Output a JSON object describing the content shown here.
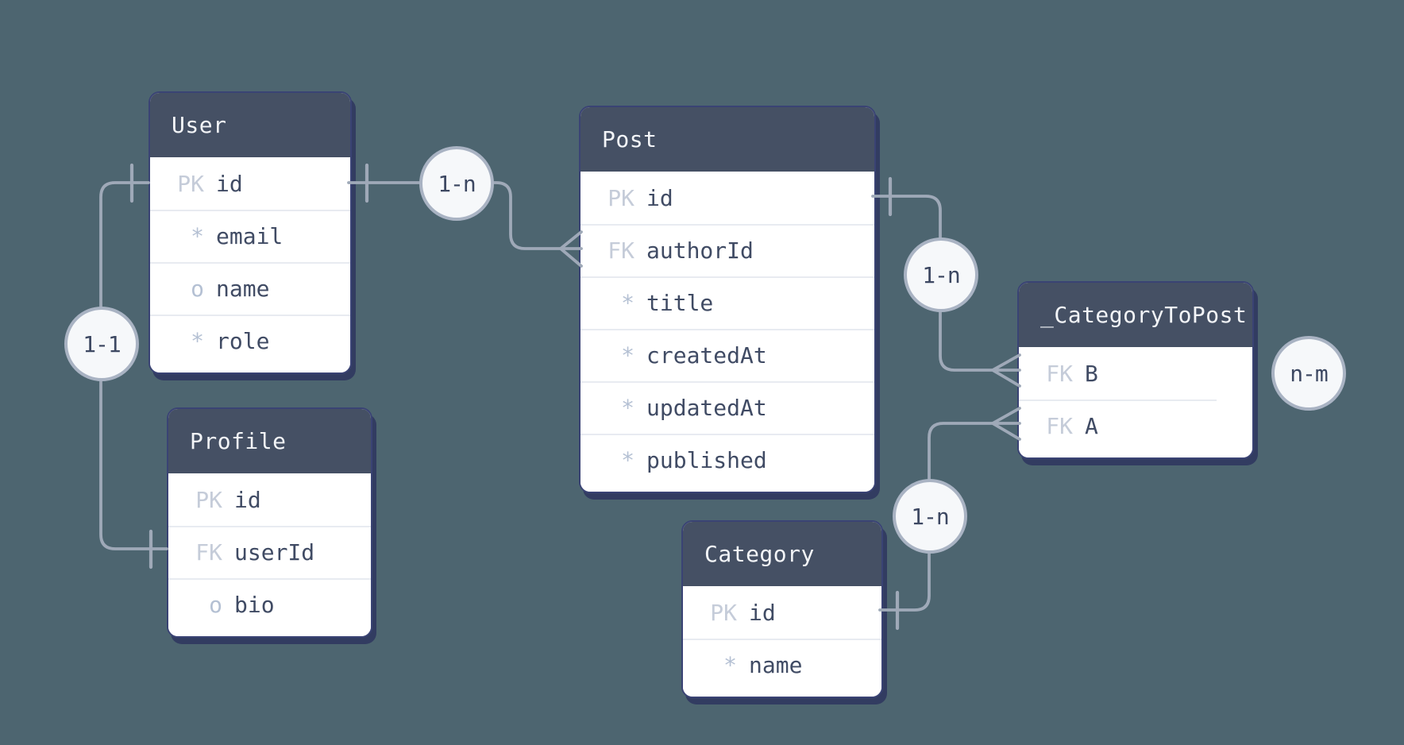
{
  "diagram": {
    "tables": {
      "user": {
        "name": "User",
        "fields": [
          {
            "key": "PK",
            "name": "id"
          },
          {
            "key": "*",
            "name": "email"
          },
          {
            "key": "o",
            "name": "name"
          },
          {
            "key": "*",
            "name": "role"
          }
        ]
      },
      "post": {
        "name": "Post",
        "fields": [
          {
            "key": "PK",
            "name": "id"
          },
          {
            "key": "FK",
            "name": "authorId"
          },
          {
            "key": "*",
            "name": "title"
          },
          {
            "key": "*",
            "name": "createdAt"
          },
          {
            "key": "*",
            "name": "updatedAt"
          },
          {
            "key": "*",
            "name": "published"
          }
        ]
      },
      "profile": {
        "name": "Profile",
        "fields": [
          {
            "key": "PK",
            "name": "id"
          },
          {
            "key": "FK",
            "name": "userId"
          },
          {
            "key": "o",
            "name": "bio"
          }
        ]
      },
      "category": {
        "name": "Category",
        "fields": [
          {
            "key": "PK",
            "name": "id"
          },
          {
            "key": "*",
            "name": "name"
          }
        ]
      },
      "categoryToPost": {
        "name": "_CategoryToPost",
        "fields": [
          {
            "key": "FK",
            "name": "B"
          },
          {
            "key": "FK",
            "name": "A"
          }
        ]
      }
    },
    "relationships": [
      {
        "from": "User",
        "to": "Profile",
        "label": "1-1"
      },
      {
        "from": "User",
        "to": "Post",
        "label": "1-n"
      },
      {
        "from": "Post",
        "to": "_CategoryToPost",
        "label": "1-n"
      },
      {
        "from": "Category",
        "to": "_CategoryToPost",
        "label": "1-n"
      },
      {
        "from": "Category",
        "to": "Post",
        "label": "n-m"
      }
    ],
    "colors": {
      "background": "#4d6570",
      "table_header": "#455064",
      "table_border": "#3a4374",
      "table_body": "#ffffff",
      "row_divider": "#e8ebf1",
      "field_name_text": "#404b64",
      "key_text": "#c5ccd9",
      "wire": "#9fa9b8",
      "badge_fill": "#f6f8fa",
      "badge_border": "#a9b3c3",
      "badge_text": "#3d4862",
      "header_text": "#f3f5f8"
    }
  }
}
